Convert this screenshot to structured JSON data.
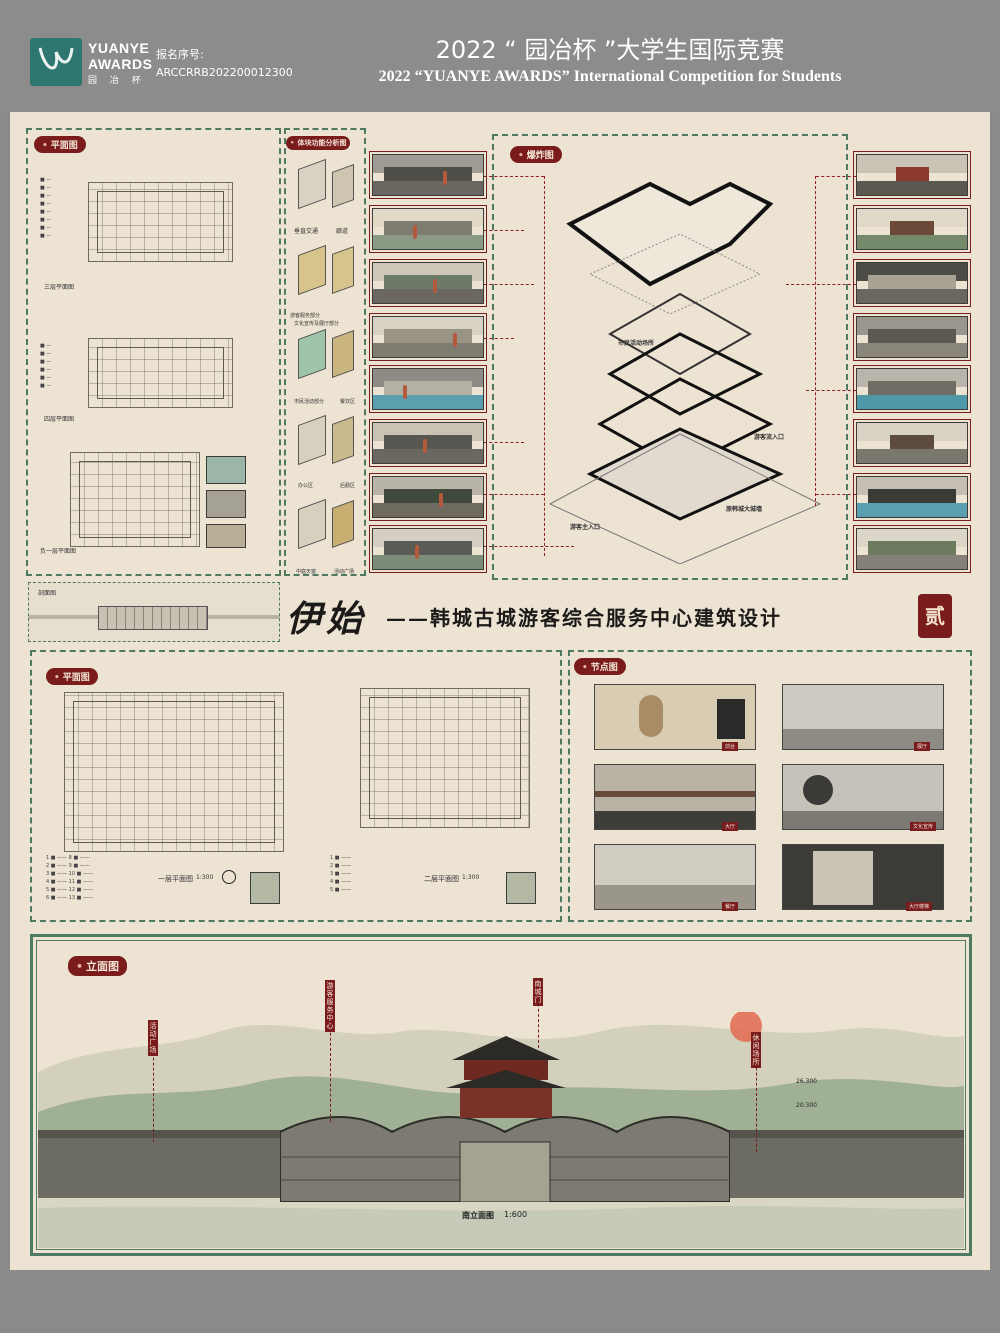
{
  "header": {
    "logo_line1": "YUANYE",
    "logo_line2": "AWARDS",
    "logo_line3": "园 冶 杯",
    "reg_label": "报名序号:",
    "reg_number": "ARCCRRB202200012300",
    "title_cn": "2022 “ 园冶杯 ”大学生国际竞赛",
    "title_en": "2022 “YUANYE AWARDS” International Competition for  Students"
  },
  "sections": {
    "plans_top": "平面图",
    "function_analysis": "体块功能分析图",
    "exploded": "爆炸图",
    "plans_bottom": "平面图",
    "nodes": "节点图",
    "elevation": "立面图"
  },
  "plan_labels": {
    "third_floor": "三层平面图",
    "fourth_floor": "四层平面图",
    "basement": "负一层平面图",
    "section": "剖面图",
    "first_floor": "一层平面图",
    "second_floor": "二层平面图",
    "scale_1_300": "1:300"
  },
  "function_labels": [
    "垂直交通",
    "廊道",
    "游客服务部分",
    "文化宣传及展厅部分",
    "市民活动部分",
    "餐饮区",
    "办公区",
    "后勤区",
    "中庭天窗",
    "活动广场"
  ],
  "exploded_labels": [
    "市民活动场所",
    "游客流入口",
    "游客主入口",
    "原韩城大城墙"
  ],
  "main_title": {
    "lead": "伊始",
    "rest": "——韩城古城游客综合服务中心建筑设计",
    "seal": "贰"
  },
  "node_labels": [
    "前台",
    "展厅",
    "大厅",
    "文化宣传",
    "餐厅",
    "大厅楼梯"
  ],
  "elevation": {
    "labels": [
      "活动广场",
      "游客服务中心",
      "南城门",
      "休闲场所"
    ],
    "caption": "南立面图",
    "scale": "1:600",
    "height1": "26.300",
    "height2": "20.300"
  }
}
